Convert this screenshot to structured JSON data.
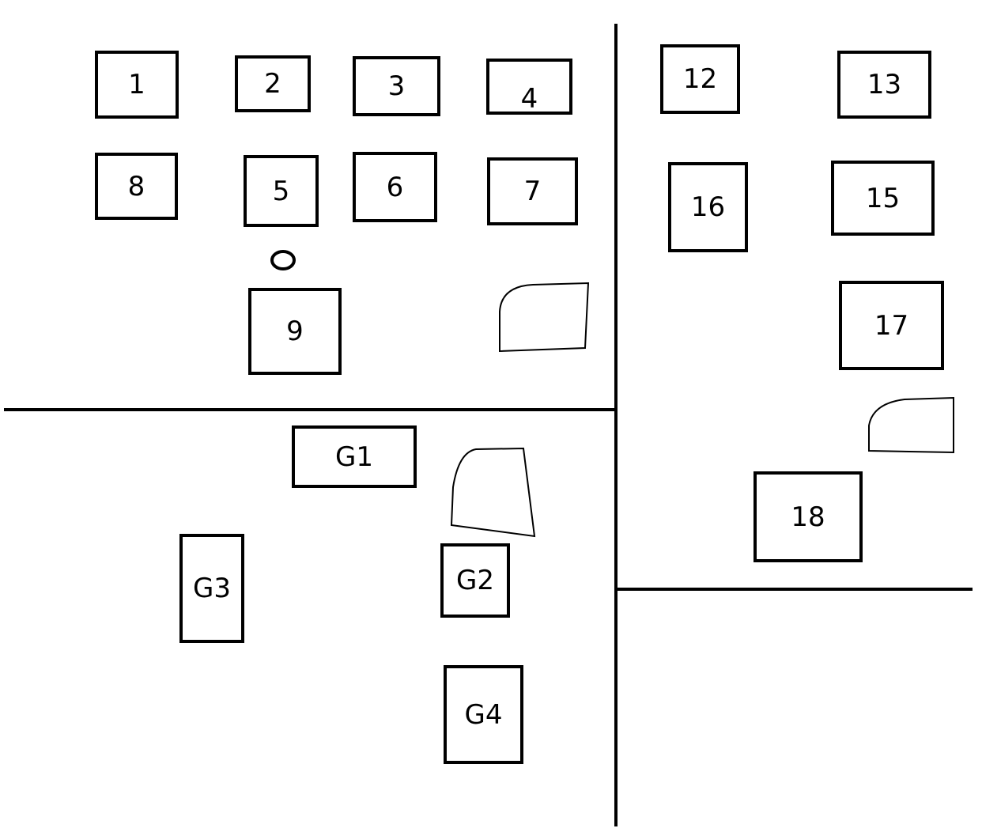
{
  "boxes": [
    {
      "id": "1",
      "label": "1"
    },
    {
      "id": "2",
      "label": "2"
    },
    {
      "id": "3",
      "label": "3"
    },
    {
      "id": "4",
      "label": "4"
    },
    {
      "id": "8",
      "label": "8"
    },
    {
      "id": "5",
      "label": "5"
    },
    {
      "id": "6",
      "label": "6"
    },
    {
      "id": "7",
      "label": "7"
    },
    {
      "id": "9",
      "label": "9"
    },
    {
      "id": "12",
      "label": "12"
    },
    {
      "id": "13",
      "label": "13"
    },
    {
      "id": "16",
      "label": "16"
    },
    {
      "id": "15",
      "label": "15"
    },
    {
      "id": "17",
      "label": "17"
    },
    {
      "id": "18",
      "label": "18"
    },
    {
      "id": "g1",
      "label": "G1"
    },
    {
      "id": "g2",
      "label": "G2"
    },
    {
      "id": "g3",
      "label": "G3"
    },
    {
      "id": "g4",
      "label": "G4"
    }
  ]
}
